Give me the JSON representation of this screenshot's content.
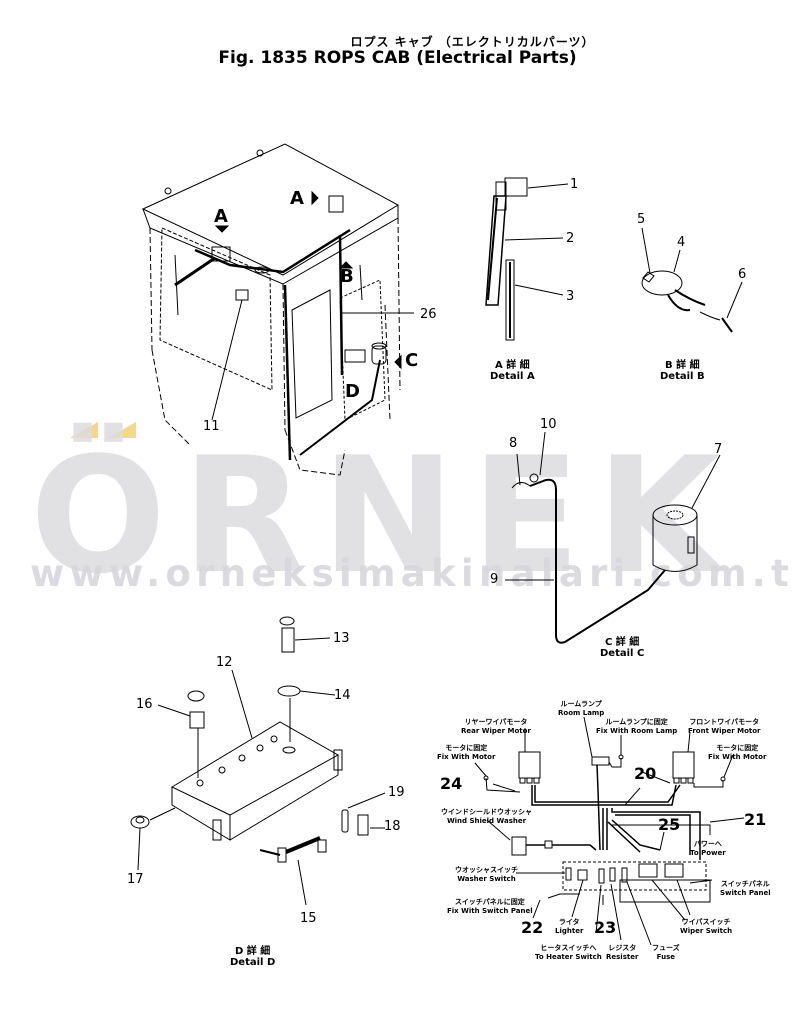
{
  "title": {
    "japanese": "ロプス キャブ （エレクトリカルパーツ）",
    "english": "Fig. 1835 ROPS CAB (Electrical Parts)"
  },
  "watermark": {
    "brand": "ÖRNEK",
    "url": "www.orneksimakinalari.com.tr",
    "brand_color": "#dcdce0",
    "accent_color": "#f5d78a"
  },
  "main_view": {
    "view_markers": [
      "A",
      "A",
      "B",
      "C",
      "D"
    ],
    "callouts": [
      {
        "num": "11"
      },
      {
        "num": "26"
      }
    ]
  },
  "detail_a": {
    "label_jp": "A 詳 細",
    "label_en": "Detail A",
    "callouts": [
      "1",
      "2",
      "3"
    ]
  },
  "detail_b": {
    "label_jp": "B 詳 細",
    "label_en": "Detail B",
    "callouts": [
      "4",
      "5",
      "6"
    ]
  },
  "detail_c": {
    "label_jp": "C 詳 細",
    "label_en": "Detail C",
    "callouts": [
      "7",
      "8",
      "9",
      "10"
    ]
  },
  "detail_d": {
    "label_jp": "D 詳 細",
    "label_en": "Detail D",
    "callouts": [
      "12",
      "13",
      "14",
      "15",
      "16",
      "17",
      "18",
      "19"
    ]
  },
  "wiring": {
    "callouts": [
      "20",
      "21",
      "22",
      "23",
      "24",
      "25"
    ],
    "labels": [
      {
        "jp": "ルームランプ",
        "en": "Room Lamp"
      },
      {
        "jp": "ルームランプに固定",
        "en": "Fix With Room Lamp"
      },
      {
        "jp": "リヤーワイパモータ",
        "en": "Rear Wiper Motor"
      },
      {
        "jp": "フロントワイパモータ",
        "en": "Front Wiper Motor"
      },
      {
        "jp": "モータに固定",
        "en": "Fix With Motor"
      },
      {
        "jp": "モータに固定",
        "en": "Fix With Motor"
      },
      {
        "jp": "ウインドシールドウオッシャ",
        "en": "Wind Shield Washer"
      },
      {
        "jp": "パワーへ",
        "en": "To Power"
      },
      {
        "jp": "ウオッシャスイッチ",
        "en": "Washer Switch"
      },
      {
        "jp": "スイッチパネル",
        "en": "Switch Panel"
      },
      {
        "jp": "スイッチパネルに固定",
        "en": "Fix With Switch Panel"
      },
      {
        "jp": "ライタ",
        "en": "Lighter"
      },
      {
        "jp": "ワイパスイッチ",
        "en": "Wiper Switch"
      },
      {
        "jp": "ヒータスイッチへ",
        "en": "To Heater Switch"
      },
      {
        "jp": "レジスタ",
        "en": "Resister"
      },
      {
        "jp": "フューズ",
        "en": "Fuse"
      }
    ]
  }
}
